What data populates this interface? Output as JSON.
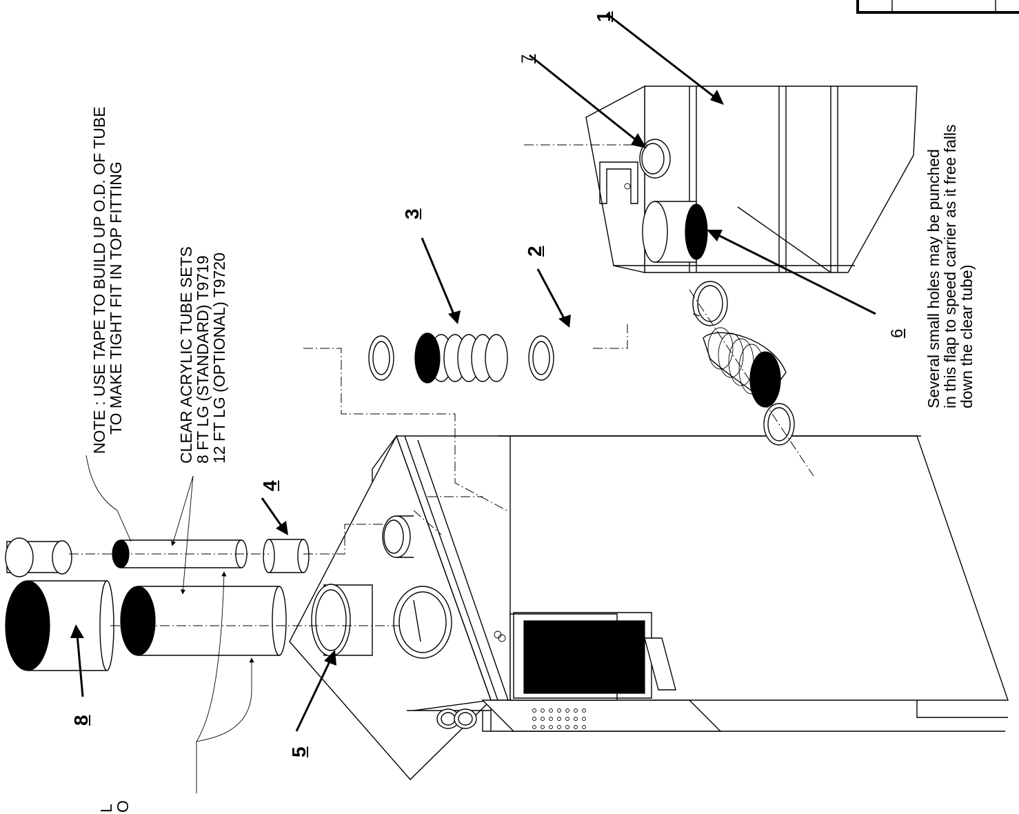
{
  "note": {
    "line1": "NOTE : USE TAPE TO BUILD UP O.D. OF TUBE",
    "line2": "TO MAKE TIGHT FIT IN TOP FITTING"
  },
  "tubes": {
    "line1": "CLEAR ACRYLIC TUBE SETS",
    "line2": "8 FT LG (STANDARD) T9719",
    "line3": "12 FT LG (OPTIONAL) T9720"
  },
  "flap_note": {
    "line1": "Several small holes may be punched",
    "line2": "in this flap to speed carrier as it free falls",
    "line3": "down the clear tube)"
  },
  "callouts": {
    "c1": "1",
    "c2": "2",
    "c3": "3",
    "c4": "4",
    "c5": "5",
    "c6": "6",
    "c7": "7",
    "c8": "8"
  },
  "edge_text": {
    "l": "L",
    "o": "O"
  }
}
